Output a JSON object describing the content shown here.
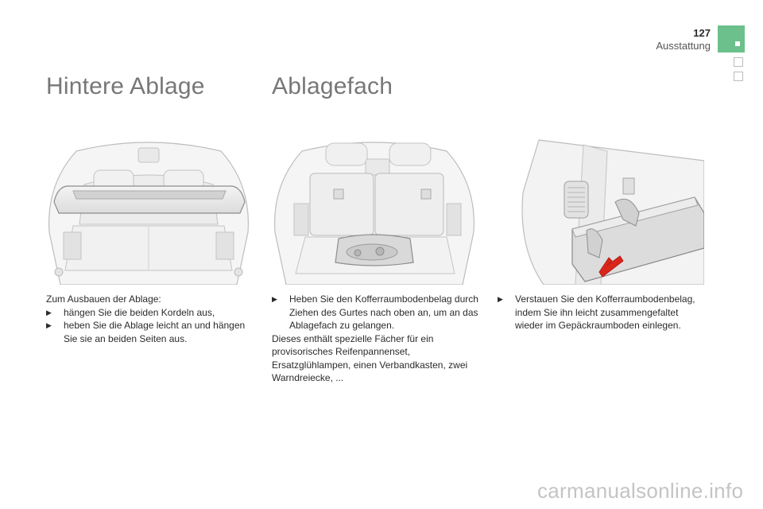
{
  "header": {
    "page_number": "127",
    "section": "Ausstattung"
  },
  "sections": {
    "hintere_ablage": {
      "title": "Hintere Ablage",
      "intro": "Zum Ausbauen der Ablage:",
      "bullets": [
        "hängen Sie die beiden Kordeln aus,",
        "heben Sie die Ablage leicht an und hängen Sie sie an beiden Seiten aus."
      ]
    },
    "ablagefach": {
      "title": "Ablagefach",
      "bullet_1": "Heben Sie den Kofferraumbodenbelag durch Ziehen des Gurtes nach oben an, um an das Ablagefach zu gelangen.",
      "paragraph": "Dieses enthält spezielle Fächer für ein provisorisches Reifenpannenset, Ersatzglühlampen, einen Verbandkasten, zwei Warndreiecke, ...",
      "bullet_2": "Verstauen Sie den Kofferraumbodenbelag, indem Sie ihn leicht zusammengefaltet wieder im Gepäckraumboden einlegen."
    }
  },
  "icons": {
    "bullet": "arrow-bullet-icon"
  },
  "watermark": "carmanualsonline.info",
  "colors": {
    "accent_tab": "#6cc08b",
    "heading": "#777777",
    "arrow": "#d9261c"
  }
}
